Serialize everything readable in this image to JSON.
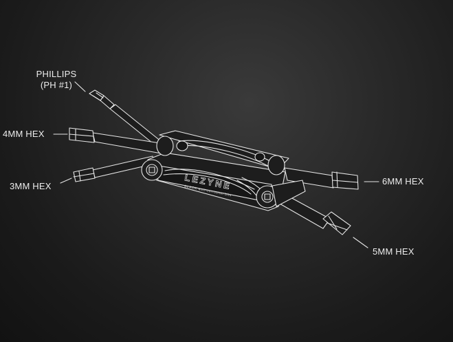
{
  "labels": {
    "phillips_line1": "PHILLIPS",
    "phillips_line2": "(PH #1)",
    "hex4": "4MM HEX",
    "hex3": "3MM HEX",
    "hex6": "6MM HEX",
    "hex5": "5MM HEX"
  },
  "branding": {
    "logo": "LEZYNE",
    "model_text": "BLACK anti-corrosion bits"
  },
  "colors": {
    "stroke": "#e6e6e6",
    "fill": "#1d1d1d",
    "text": "#ededed"
  }
}
